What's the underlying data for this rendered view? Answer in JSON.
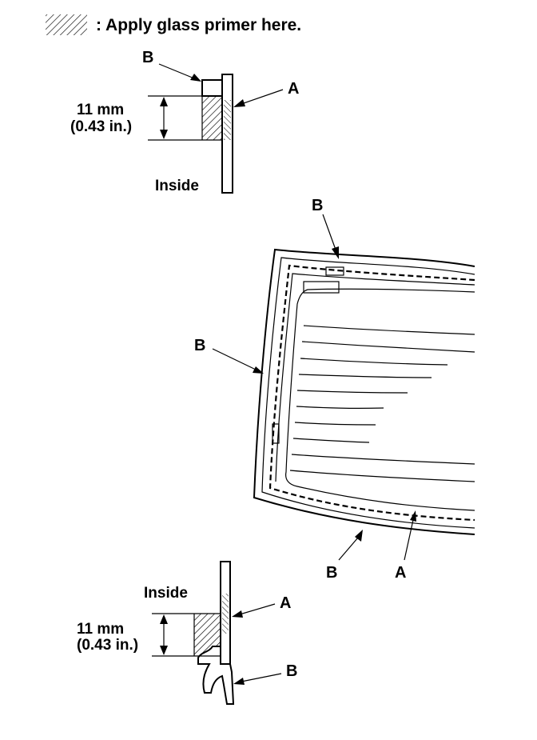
{
  "legend": {
    "text": ": Apply glass primer here.",
    "swatch_icon": "hatch-pattern-icon"
  },
  "top_section": {
    "label_b": "B",
    "label_a": "A",
    "dimension_mm": "11 mm",
    "dimension_in": "(0.43 in.)",
    "inside": "Inside"
  },
  "window": {
    "label_b_top": "B",
    "label_b_left": "B",
    "label_b_bottom": "B",
    "label_a_bottom": "A"
  },
  "bottom_section": {
    "inside": "Inside",
    "label_a": "A",
    "label_b": "B",
    "dimension_mm": "11 mm",
    "dimension_in": "(0.43 in.)"
  },
  "colors": {
    "ink": "#000000",
    "paper": "#ffffff"
  }
}
